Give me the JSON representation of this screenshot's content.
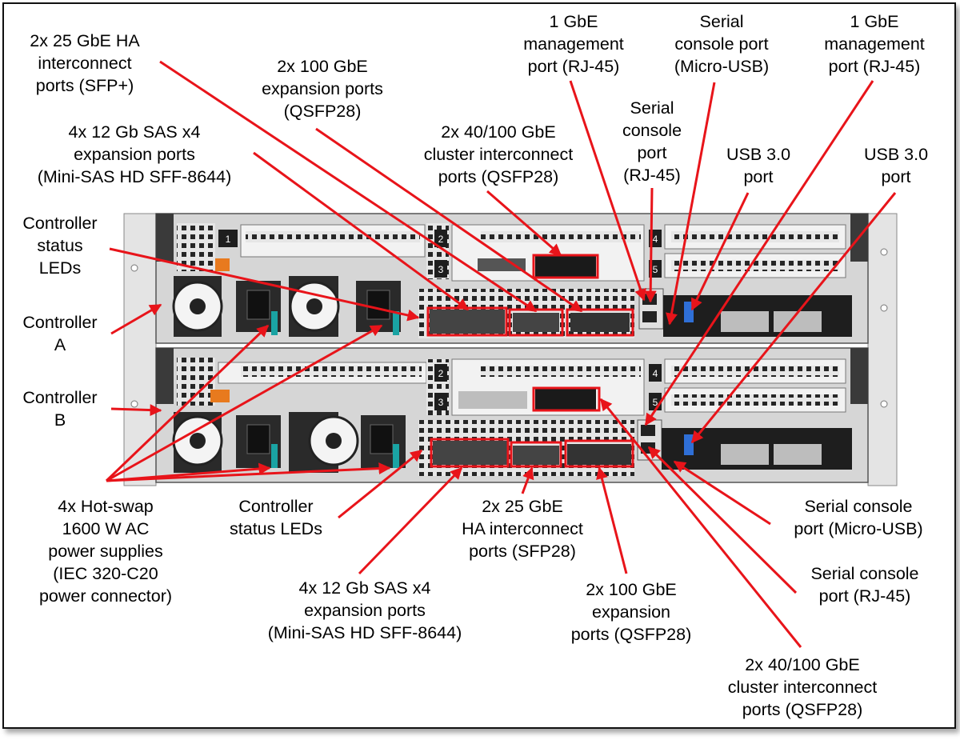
{
  "labels": {
    "ha_sfp_top": [
      "2x 25 GbE HA",
      "interconnect",
      "ports (SFP+)"
    ],
    "exp100_top": [
      "2x 100 GbE",
      "expansion ports",
      "(QSFP28)"
    ],
    "sas_top": [
      "4x 12 Gb SAS x4",
      "expansion ports",
      "(Mini-SAS HD SFF-8644)"
    ],
    "cluster_top": [
      "2x 40/100 GbE",
      "cluster interconnect",
      "ports (QSFP28)"
    ],
    "mgmt_left": [
      "1 GbE",
      "management",
      "port (RJ-45)"
    ],
    "serial_usb_top": [
      "Serial",
      "console port",
      "(Micro-USB)"
    ],
    "mgmt_right": [
      "1 GbE",
      "management",
      "port (RJ-45)"
    ],
    "serial_rj45_top": [
      "Serial",
      "console",
      "port",
      "(RJ-45)"
    ],
    "usb_mid": [
      "USB 3.0",
      "port"
    ],
    "usb_right": [
      "USB 3.0",
      "port"
    ],
    "ctrl_led_top": [
      "Controller",
      "status",
      "LEDs"
    ],
    "ctrl_a": [
      "Controller",
      "A"
    ],
    "ctrl_b": [
      "Controller",
      "B"
    ],
    "psu": [
      "4x Hot-swap",
      "1600 W AC",
      "power supplies",
      "(IEC 320-C20",
      "power connector)"
    ],
    "ctrl_led_bottom": [
      "Controller",
      "status LEDs"
    ],
    "sas_bottom": [
      "4x 12 Gb SAS x4",
      "expansion ports",
      "(Mini-SAS HD SFF-8644)"
    ],
    "ha_sfp_bottom": [
      "2x 25 GbE",
      "HA interconnect",
      "ports (SFP28)"
    ],
    "exp100_bottom": [
      "2x 100 GbE",
      "expansion",
      "ports (QSFP28)"
    ],
    "cluster_bottom": [
      "2x 40/100 GbE",
      "cluster interconnect",
      "ports (QSFP28)"
    ],
    "serial_usb_bottom": [
      "Serial console",
      "port (Micro-USB)"
    ],
    "serial_rj45_bottom": [
      "Serial console",
      "port (RJ-45)"
    ]
  },
  "slot_numbers": {
    "a_left_1": "1",
    "a_mid_2": "2",
    "a_mid_3": "3",
    "a_right_4": "4",
    "a_right_5": "5",
    "b_mid_2": "2",
    "b_mid_3": "3",
    "b_right_4": "4",
    "b_right_5": "5"
  },
  "colors": {
    "callout": "#e8141a",
    "chassis": "#d8d8d8",
    "chassis_dark": "#1e1e1e",
    "badge": "#e87a1e"
  }
}
